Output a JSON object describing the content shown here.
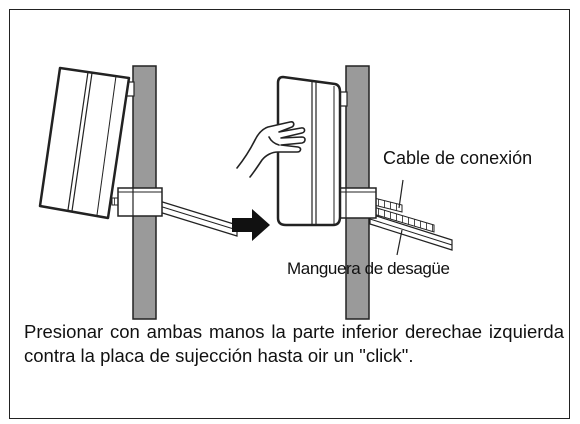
{
  "labels": {
    "cable": "Cable de conexión",
    "hose": "Manguera de desagüe"
  },
  "caption": "Presionar con ambas manos la parte inferior derechae izquierda contra la placa de sujección hasta oir un \"click\"."
}
